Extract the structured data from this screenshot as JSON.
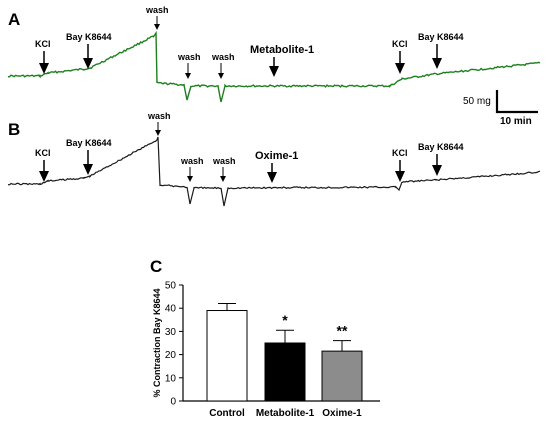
{
  "colors": {
    "trace_a": "#1e7f1e",
    "trace_b": "#1a1a1a",
    "bar_control": "#ffffff",
    "bar_metabolite": "#000000",
    "bar_oxime": "#8c8c8c"
  },
  "panels": {
    "a": {
      "letter": "A"
    },
    "b": {
      "letter": "B"
    },
    "c": {
      "letter": "C"
    }
  },
  "traces": {
    "a": {
      "labels": {
        "kcl1": "KCl",
        "bay1": "Bay K8644",
        "wash1": "wash",
        "wash2": "wash",
        "wash3": "wash",
        "compound": "Metabolite-1",
        "kcl2": "KCl",
        "bay2": "Bay K8644"
      }
    },
    "b": {
      "labels": {
        "kcl1": "KCl",
        "bay1": "Bay K8644",
        "wash1": "wash",
        "wash2": "wash",
        "wash3": "wash",
        "compound": "Oxime-1",
        "kcl2": "KCl",
        "bay2": "Bay K8644"
      }
    }
  },
  "scale_bar": {
    "vertical": "50 mg",
    "horizontal": "10 min"
  },
  "chart_data": {
    "type": "bar",
    "categories": [
      "Control",
      "Metabolite-1",
      "Oxime-1"
    ],
    "values": [
      39,
      25,
      21.5
    ],
    "errors": [
      3,
      5.5,
      4.5
    ],
    "significance": [
      "",
      "*",
      "**"
    ],
    "ylabel": "% Contraction Bay K8644",
    "xlabel": "",
    "ylim": [
      0,
      50
    ],
    "yticks": [
      0,
      10,
      20,
      30,
      40,
      50
    ],
    "grid": false
  }
}
